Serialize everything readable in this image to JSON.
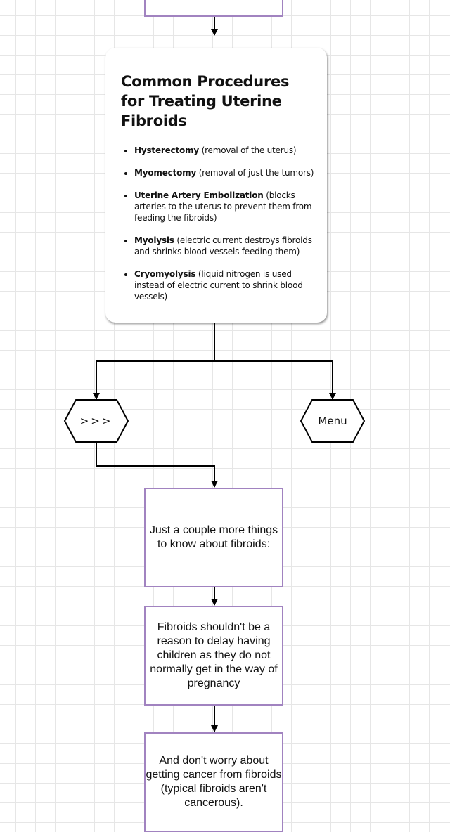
{
  "procedures_card": {
    "title": "Common Procedures for Treating Uterine Fibroids",
    "items": [
      {
        "name": "Hysterectomy",
        "description": "(removal of the uterus)"
      },
      {
        "name": "Myomectomy",
        "description": "(removal of just the tumors)"
      },
      {
        "name": "Uterine Artery Embolization",
        "description": "(blocks arteries to the uterus to prevent them from feeding the fibroids)"
      },
      {
        "name": "Myolysis",
        "description": "(electric current destroys fibroids and shrinks blood vessels feeding them)"
      },
      {
        "name": "Cryomyolysis",
        "description": "(liquid nitrogen is used instead of electric current to shrink blood vessels)"
      }
    ]
  },
  "navigation": {
    "next_label": ">>>",
    "menu_label": "Menu"
  },
  "nodes": {
    "more_things": "Just a couple more things to know about fibroids:",
    "pregnancy": "Fibroids shouldn't be a reason to delay having children as they do not normally get in the way of pregnancy",
    "cancer": "And don't worry about getting cancer from fibroids (typical fibroids aren't cancerous)."
  },
  "colors": {
    "node_border": "#a183c0",
    "connector": "#000000",
    "grid": "#e6e6e6"
  }
}
